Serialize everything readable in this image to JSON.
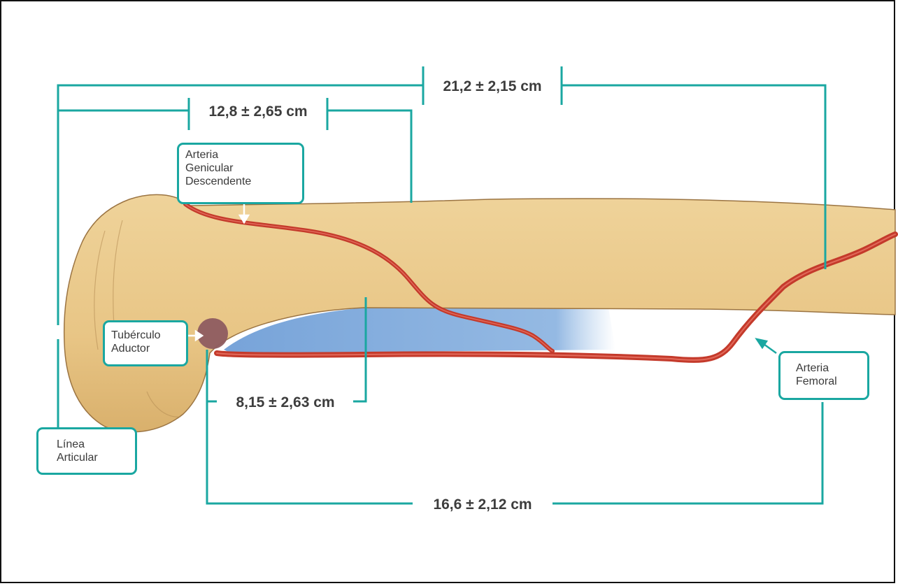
{
  "colors": {
    "dimension_line": "#1aa7a1",
    "bone": "#eac98a",
    "artery": "#c43a2b",
    "muscle": "#6f9fd6",
    "tubercle": "#8e5c60"
  },
  "dimensions": {
    "total": "21,2 ± 2,15 cm",
    "genicular": "12,8 ± 2,65 cm",
    "tubercle_offset": "8,15 ± 2,63 cm",
    "femoral": "16,6 ± 2,12 cm"
  },
  "labels": {
    "genicular_artery": [
      "Arteria",
      "Genicular",
      "Descendente"
    ],
    "adductor_tubercle": [
      "Tubérculo",
      "Aductor"
    ],
    "joint_line": [
      "Línea",
      "Articular"
    ],
    "femoral_artery": [
      "Arteria",
      "Femoral"
    ]
  }
}
